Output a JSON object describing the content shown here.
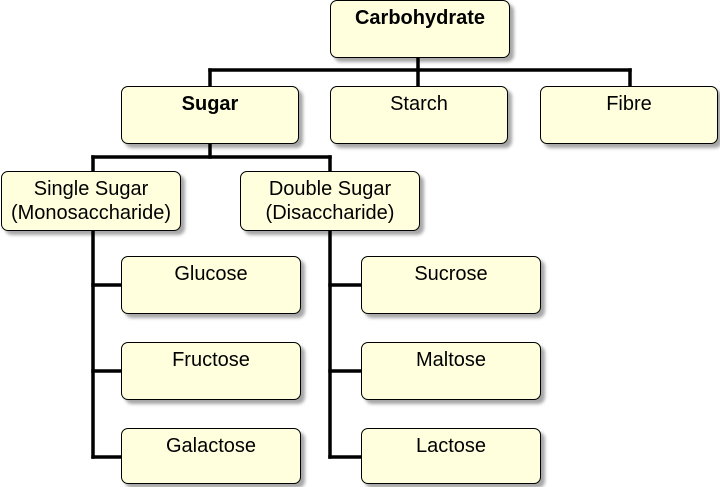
{
  "diagram": {
    "colors": {
      "box_fill": "#ffffdd",
      "box_border": "#000000",
      "connector": "#000000"
    },
    "root": {
      "label": "Carbohydrate"
    },
    "level1": [
      {
        "label": "Sugar"
      },
      {
        "label": "Starch"
      },
      {
        "label": "Fibre"
      }
    ],
    "level2": [
      {
        "line1": "Single Sugar",
        "line2": "(Monosaccharide)"
      },
      {
        "line1": "Double Sugar",
        "line2": "(Disaccharide)"
      }
    ],
    "monosaccharides": [
      {
        "label": "Glucose"
      },
      {
        "label": "Fructose"
      },
      {
        "label": "Galactose"
      }
    ],
    "disaccharides": [
      {
        "label": "Sucrose"
      },
      {
        "label": "Maltose"
      },
      {
        "label": "Lactose"
      }
    ]
  }
}
